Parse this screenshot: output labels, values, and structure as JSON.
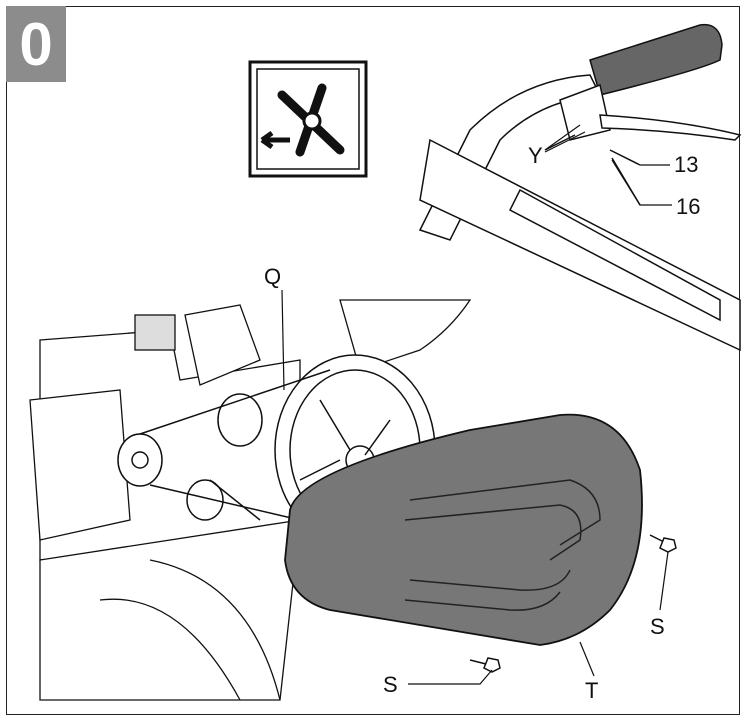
{
  "step": {
    "number": "0"
  },
  "labels": {
    "Q": "Q",
    "Y": "Y",
    "n13": "13",
    "n16": "16",
    "S_right": "S",
    "S_bottom": "S",
    "T": "T"
  },
  "icons": {
    "warning_symbol": "wrench-crossed-arrow-icon"
  },
  "colors": {
    "badge": "#8c8c8c",
    "cover": "#777777",
    "line": "#111111"
  }
}
